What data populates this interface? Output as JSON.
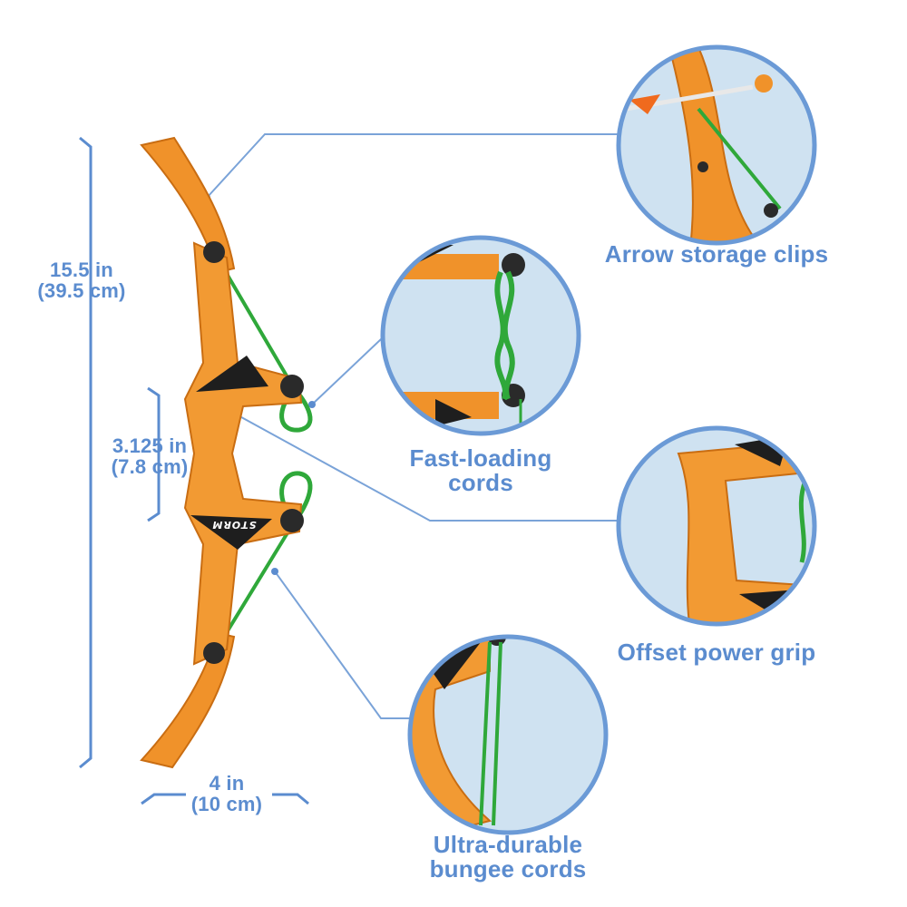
{
  "dimensions": {
    "height": {
      "line1": "15.5 in",
      "line2": "(39.5 cm)"
    },
    "grip": {
      "line1": "3.125 in",
      "line2": "(7.8 cm)"
    },
    "width": {
      "line1": "4 in",
      "line2": "(10 cm)"
    }
  },
  "features": {
    "arrow_storage": "Arrow storage clips",
    "fast_loading": {
      "line1": "Fast-loading",
      "line2": "cords"
    },
    "power_grip": "Offset power grip",
    "bungee": {
      "line1": "Ultra-durable",
      "line2": "bungee cords"
    }
  },
  "brand_mark": "STORM",
  "colors": {
    "accent_blue": "#5b8ccf",
    "bow_orange": "#f0922a",
    "cord_green": "#2fa83a",
    "bubble_fill": "#cfe2f1"
  }
}
